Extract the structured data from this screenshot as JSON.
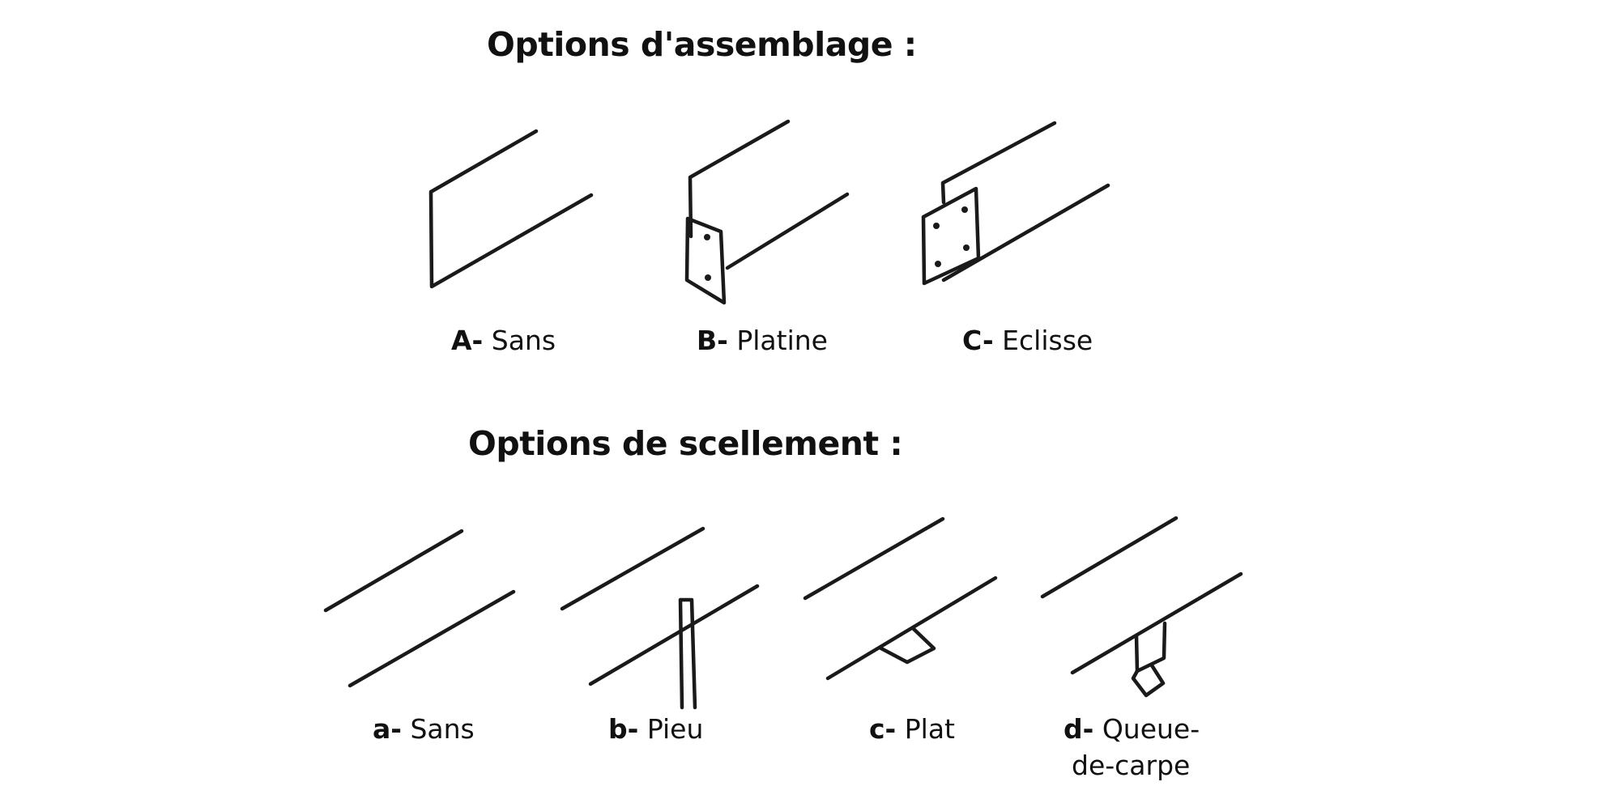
{
  "sections": {
    "assemblage": {
      "title": "Options d'assemblage :",
      "options": [
        {
          "letter": "A-",
          "name": "Sans"
        },
        {
          "letter": "B-",
          "name": "Platine"
        },
        {
          "letter": "C-",
          "name": "Eclisse"
        }
      ]
    },
    "scellement": {
      "title": "Options de scellement :",
      "options": [
        {
          "letter": "a-",
          "name": "Sans"
        },
        {
          "letter": "b-",
          "name": "Pieu"
        },
        {
          "letter": "c-",
          "name": "Plat"
        },
        {
          "letter": "d-",
          "name_line1": "Queue-",
          "name_line2": "de-carpe"
        }
      ]
    }
  },
  "colors": {
    "ink": "#1a1a1a",
    "background": "#ffffff"
  }
}
